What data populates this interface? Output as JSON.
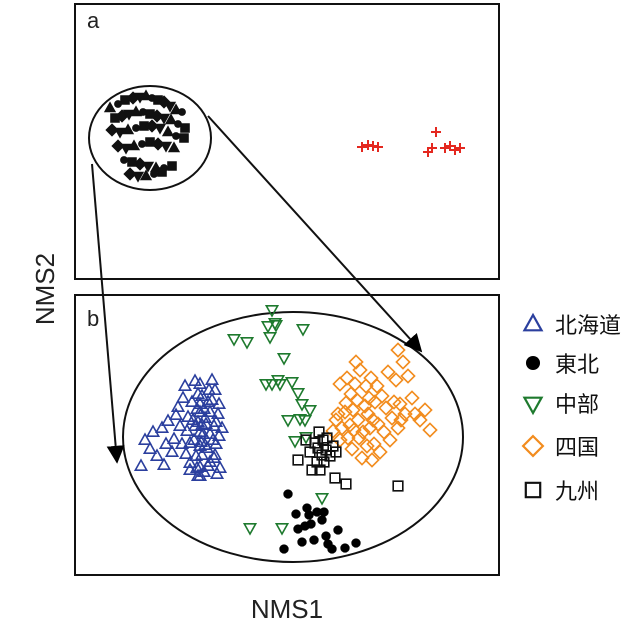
{
  "chart_data": {
    "type": "scatter",
    "xlabel": "NMS1",
    "ylabel": "NMS2",
    "panel_labels": [
      "a",
      "b"
    ],
    "legend": {
      "placement": "right",
      "items": [
        {
          "name": "北海道",
          "marker": "triangle-up",
          "color": "#2b3f9e"
        },
        {
          "name": "東北",
          "marker": "circle",
          "color": "#000000"
        },
        {
          "name": "中部",
          "marker": "triangle-down",
          "color": "#1e7a2e"
        },
        {
          "name": "四国",
          "marker": "diamond",
          "color": "#f28c1e"
        },
        {
          "name": "九州",
          "marker": "square",
          "color": "#111111"
        }
      ]
    },
    "panel_a": {
      "cluster_points_x": [
        110,
        118,
        125,
        133,
        140,
        146,
        152,
        158,
        164,
        170,
        176,
        182,
        115,
        122,
        129,
        136,
        143,
        150,
        157,
        164,
        171,
        178,
        185,
        112,
        120,
        128,
        136,
        144,
        152,
        160,
        168,
        176,
        184,
        118,
        126,
        134,
        142,
        150,
        158,
        166,
        174,
        124,
        132,
        140,
        148,
        156,
        164,
        172,
        130,
        138,
        146,
        154,
        162
      ],
      "cluster_points_y": [
        108,
        104,
        100,
        98,
        97,
        96,
        98,
        100,
        102,
        106,
        110,
        112,
        118,
        116,
        114,
        112,
        112,
        114,
        116,
        118,
        120,
        124,
        128,
        130,
        132,
        130,
        128,
        126,
        126,
        128,
        132,
        136,
        138,
        146,
        148,
        146,
        144,
        142,
        144,
        146,
        148,
        160,
        162,
        164,
        166,
        168,
        168,
        166,
        174,
        176,
        176,
        174,
        172
      ],
      "outlier_points_x": [
        362,
        368,
        373,
        378,
        436,
        428,
        432,
        445,
        450,
        455,
        460
      ],
      "outlier_points_y": [
        147,
        145,
        146,
        147,
        132,
        152,
        148,
        148,
        146,
        150,
        148
      ]
    },
    "series": [
      {
        "name": "北海道",
        "x": [
          141,
          145,
          150,
          153,
          157,
          162,
          164,
          166,
          168,
          172,
          174,
          176,
          178,
          180,
          182,
          183,
          185,
          186,
          187,
          188,
          190,
          190,
          190,
          192,
          193,
          194,
          195,
          195,
          196,
          197,
          197,
          198,
          198,
          198,
          200,
          200,
          200,
          200,
          200,
          200,
          200,
          201,
          202,
          202,
          202,
          203,
          204,
          204,
          205,
          205,
          206,
          207,
          208,
          208,
          209,
          210,
          210,
          210,
          212,
          212,
          213,
          214,
          214,
          215,
          215,
          216,
          216,
          217,
          218,
          219,
          219,
          220,
          222
        ],
        "y": [
          466,
          440,
          449,
          432,
          456,
          428,
          465,
          444,
          421,
          452,
          439,
          415,
          407,
          426,
          444,
          398,
          386,
          454,
          431,
          417,
          470,
          463,
          443,
          402,
          420,
          440,
          381,
          426,
          456,
          468,
          409,
          394,
          476,
          422,
          446,
          432,
          476,
          404,
          384,
          467,
          412,
          442,
          455,
          396,
          425,
          434,
          409,
          472,
          445,
          418,
          424,
          448,
          466,
          402,
          390,
          462,
          434,
          412,
          380,
          400,
          440,
          426,
          458,
          455,
          390,
          422,
          444,
          474,
          414,
          436,
          404,
          468,
          428
        ]
      },
      {
        "name": "東北",
        "x": [
          284,
          288,
          296,
          298,
          302,
          305,
          307,
          309,
          311,
          314,
          317,
          322,
          324,
          326,
          328,
          332,
          338,
          345,
          356
        ],
        "y": [
          549,
          494,
          514,
          529,
          542,
          526,
          508,
          515,
          524,
          540,
          512,
          520,
          512,
          536,
          544,
          549,
          530,
          548,
          543
        ]
      },
      {
        "name": "中部",
        "x": [
          234,
          247,
          250,
          266,
          268,
          270,
          272,
          272,
          275,
          276,
          278,
          280,
          282,
          284,
          288,
          292,
          295,
          298,
          300,
          302,
          303,
          305,
          306,
          310,
          322
        ],
        "y": [
          339,
          342,
          528,
          384,
          326,
          337,
          384,
          310,
          323,
          325,
          380,
          384,
          528,
          358,
          420,
          382,
          441,
          393,
          419,
          404,
          329,
          420,
          437,
          410,
          498
        ]
      },
      {
        "name": "四国",
        "x": [
          333,
          336,
          338,
          340,
          340,
          342,
          345,
          346,
          347,
          348,
          350,
          351,
          352,
          353,
          354,
          355,
          356,
          357,
          358,
          359,
          360,
          362,
          363,
          365,
          366,
          367,
          368,
          369,
          370,
          371,
          372,
          373,
          374,
          375,
          377,
          378,
          380,
          382,
          384,
          386,
          388,
          390,
          392,
          394,
          396,
          398,
          398,
          400,
          401,
          403,
          405,
          408,
          412,
          415,
          420,
          425,
          430
        ],
        "y": [
          431,
          420,
          414,
          440,
          384,
          428,
          412,
          403,
          378,
          438,
          425,
          394,
          449,
          410,
          430,
          384,
          362,
          400,
          420,
          438,
          370,
          458,
          432,
          406,
          386,
          446,
          414,
          398,
          428,
          378,
          460,
          420,
          444,
          402,
          386,
          424,
          452,
          396,
          432,
          408,
          372,
          440,
          418,
          402,
          380,
          428,
          350,
          404,
          420,
          362,
          414,
          376,
          398,
          414,
          420,
          410,
          430
        ]
      },
      {
        "name": "九州",
        "x": [
          298,
          306,
          310,
          312,
          315,
          317,
          318,
          319,
          320,
          322,
          323,
          324,
          326,
          327,
          330,
          333,
          335,
          336,
          346,
          398
        ],
        "y": [
          460,
          440,
          452,
          470,
          443,
          462,
          448,
          432,
          470,
          455,
          440,
          462,
          450,
          438,
          456,
          446,
          478,
          452,
          484,
          486
        ]
      }
    ]
  }
}
